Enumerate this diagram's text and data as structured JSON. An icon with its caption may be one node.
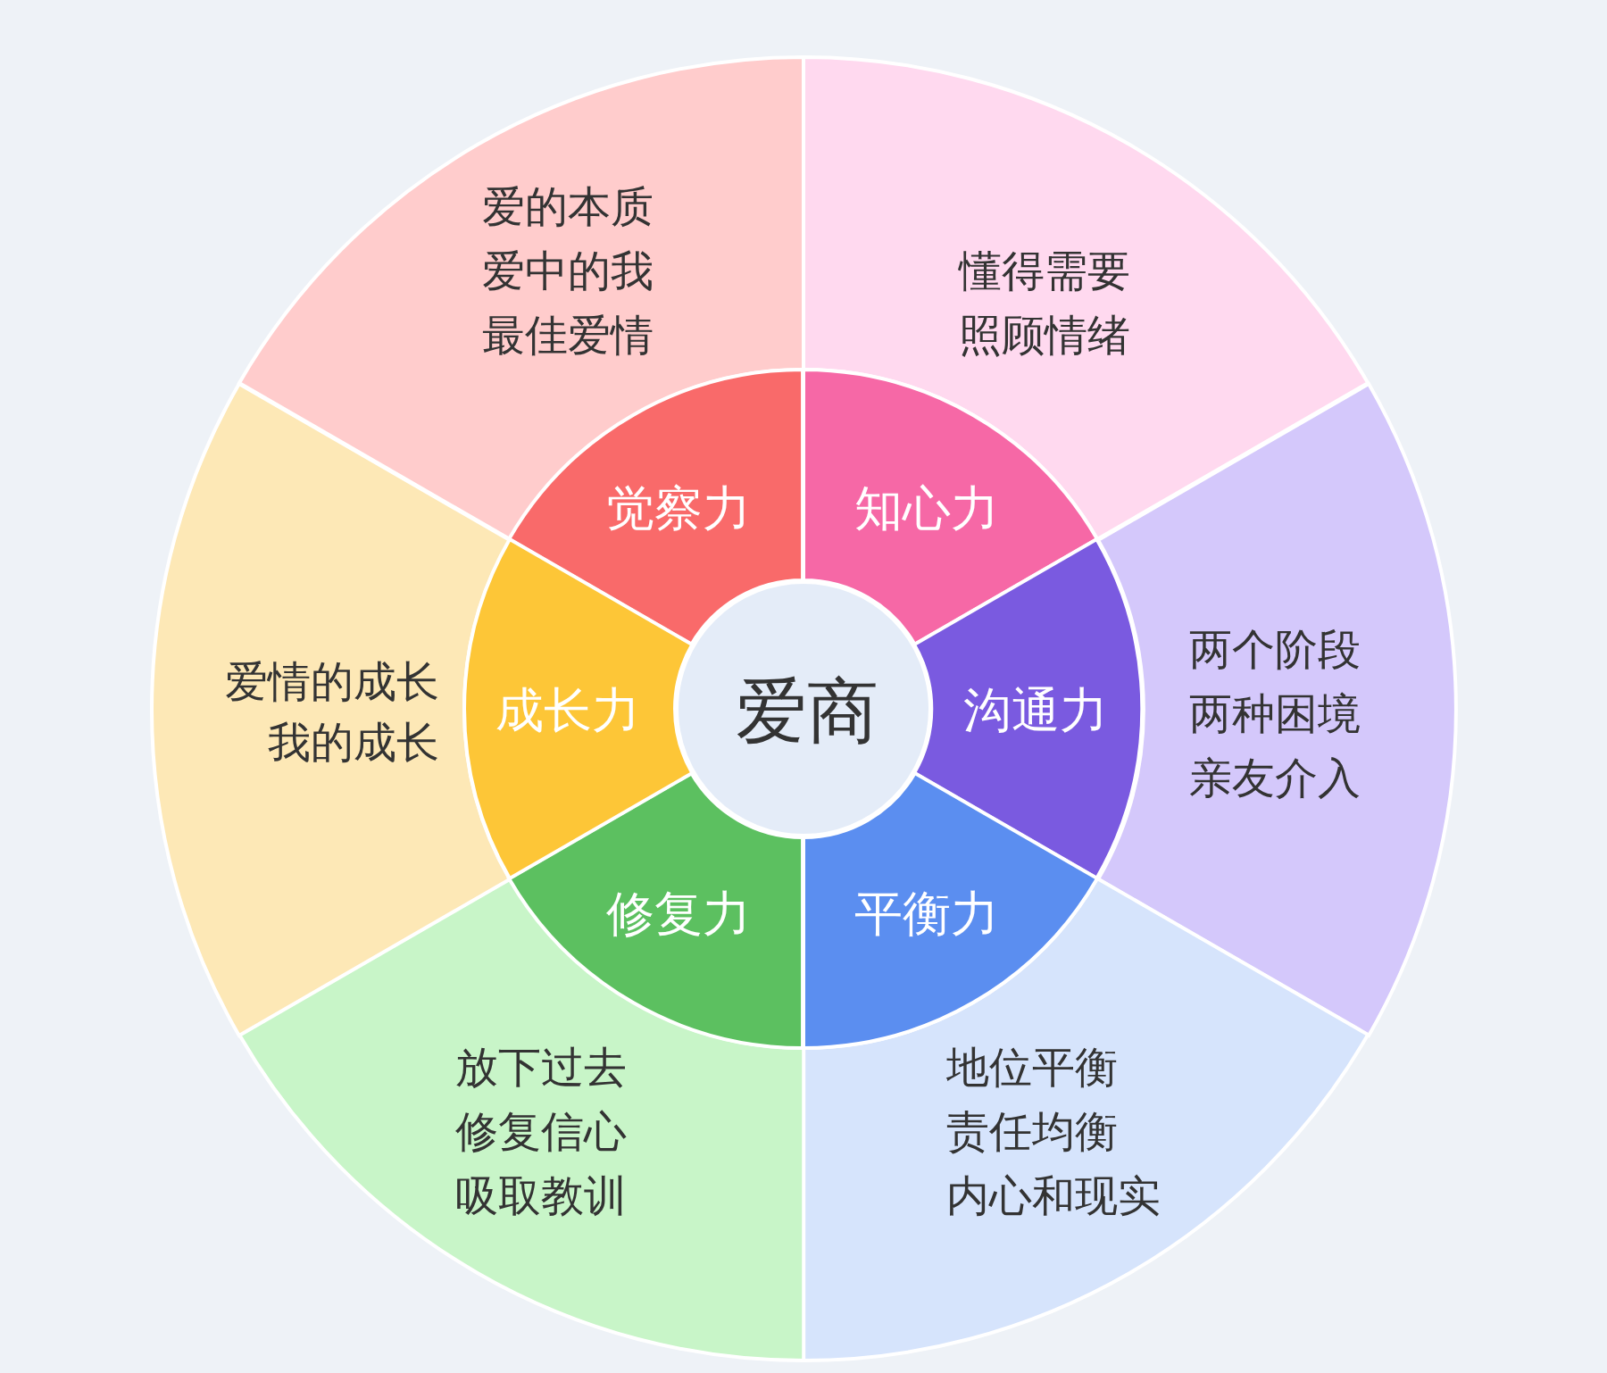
{
  "diagram": {
    "nodes": [
      {
        "text": [
          "爱商"
        ]
      },
      {
        "text": [
          "爱的本质",
          "爱中的我",
          "最佳爱情"
        ]
      },
      {
        "text": [
          "懂得需要",
          "照顾情绪"
        ]
      },
      {
        "text": [
          "两个阶段",
          "两种困境",
          "亲友介入"
        ]
      },
      {
        "text": [
          "地位平衡",
          "责任均衡",
          "内心和现实"
        ]
      },
      {
        "text": [
          "放下过去",
          "修复信心",
          "吸取教训"
        ]
      },
      {
        "text": [
          "爱情的成长",
          "我的成长"
        ]
      },
      {
        "text": [
          "觉察力"
        ]
      },
      {
        "text": [
          "知心力"
        ]
      },
      {
        "text": [
          "沟通力"
        ]
      },
      {
        "text": [
          "平衡力"
        ]
      },
      {
        "text": [
          "修复力"
        ]
      },
      {
        "text": [
          "成长力"
        ]
      }
    ],
    "edges": []
  }
}
